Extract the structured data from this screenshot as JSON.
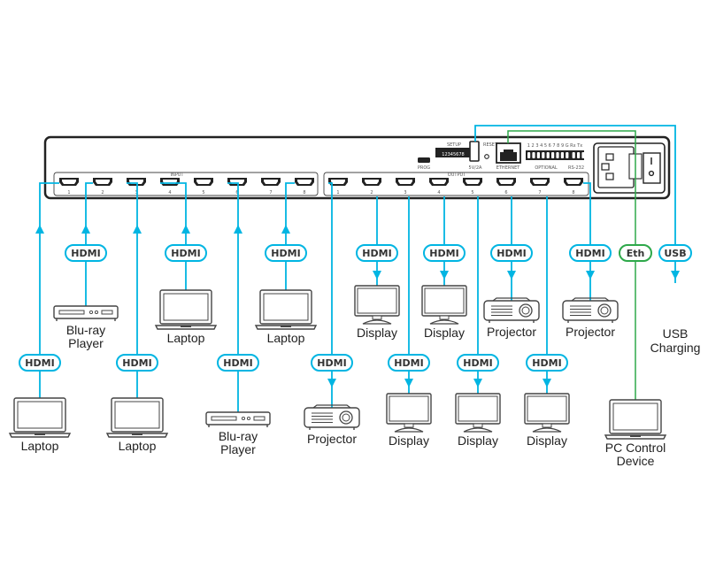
{
  "colors": {
    "hdmi_line": "#00b5e2",
    "eth_line": "#2ea84a",
    "usb_line": "#00b5e2",
    "device_outline": "#222222",
    "text": "#222222"
  },
  "device": {
    "input_group_label": "INPUT",
    "output_group_label": "OUTPUT",
    "input_ports": [
      "1",
      "2",
      "3",
      "4",
      "5",
      "6",
      "7",
      "8"
    ],
    "output_ports": [
      "1",
      "2",
      "3",
      "4",
      "5",
      "6",
      "7",
      "8"
    ],
    "prog_label": "PROG",
    "setup_label": "SETUP",
    "setup_dip_numbers": "12345678",
    "usb_label": "5V/2A",
    "reset_label": "RESET",
    "ethernet_label": "ETHERNET",
    "terminal_numbers": "1 2 3 4 5 6 7 8 9  G Rx Tx",
    "optional_label": "OPTIONAL",
    "rs232_label": "RS-232"
  },
  "inputs": [
    {
      "port": "1",
      "cable": "HDMI",
      "device": "Laptop",
      "device_line2": "",
      "icon": "laptop-icon",
      "row": "bottom"
    },
    {
      "port": "2",
      "cable": "HDMI",
      "device": "Blu-ray",
      "device_line2": "Player",
      "icon": "bluray-player-icon",
      "row": "top"
    },
    {
      "port": "3",
      "cable": "HDMI",
      "device": "Laptop",
      "device_line2": "",
      "icon": "laptop-icon",
      "row": "bottom"
    },
    {
      "port": "4",
      "cable": "HDMI",
      "device": "Laptop",
      "device_line2": "",
      "icon": "laptop-icon",
      "row": "top"
    },
    {
      "port": "6",
      "cable": "HDMI",
      "device": "Blu-ray",
      "device_line2": "Player",
      "icon": "bluray-player-icon",
      "row": "bottom"
    },
    {
      "port": "8",
      "cable": "HDMI",
      "device": "Laptop",
      "device_line2": "",
      "icon": "laptop-icon",
      "row": "top"
    }
  ],
  "outputs": [
    {
      "port": "1",
      "cable": "HDMI",
      "device": "Projector",
      "device_line2": "",
      "icon": "projector-icon",
      "row": "bottom"
    },
    {
      "port": "2",
      "cable": "HDMI",
      "device": "Display",
      "device_line2": "",
      "icon": "display-icon",
      "row": "top"
    },
    {
      "port": "3",
      "cable": "HDMI",
      "device": "Display",
      "device_line2": "",
      "icon": "display-icon",
      "row": "bottom"
    },
    {
      "port": "4",
      "cable": "HDMI",
      "device": "Display",
      "device_line2": "",
      "icon": "display-icon",
      "row": "top"
    },
    {
      "port": "5",
      "cable": "HDMI",
      "device": "Display",
      "device_line2": "",
      "icon": "display-icon",
      "row": "bottom"
    },
    {
      "port": "6",
      "cable": "HDMI",
      "device": "Projector",
      "device_line2": "",
      "icon": "projector-icon",
      "row": "top"
    },
    {
      "port": "7",
      "cable": "HDMI",
      "device": "Display",
      "device_line2": "",
      "icon": "display-icon",
      "row": "bottom"
    },
    {
      "port": "8",
      "cable": "HDMI",
      "device": "Projector",
      "device_line2": "",
      "icon": "projector-icon",
      "row": "top"
    }
  ],
  "control": [
    {
      "port": "ETHERNET",
      "cable": "Eth",
      "device": "PC Control",
      "device_line2": "Device",
      "icon": "laptop-icon"
    },
    {
      "port": "5V/2A",
      "cable": "USB",
      "device": "USB",
      "device_line2": "Charging",
      "icon": ""
    }
  ]
}
